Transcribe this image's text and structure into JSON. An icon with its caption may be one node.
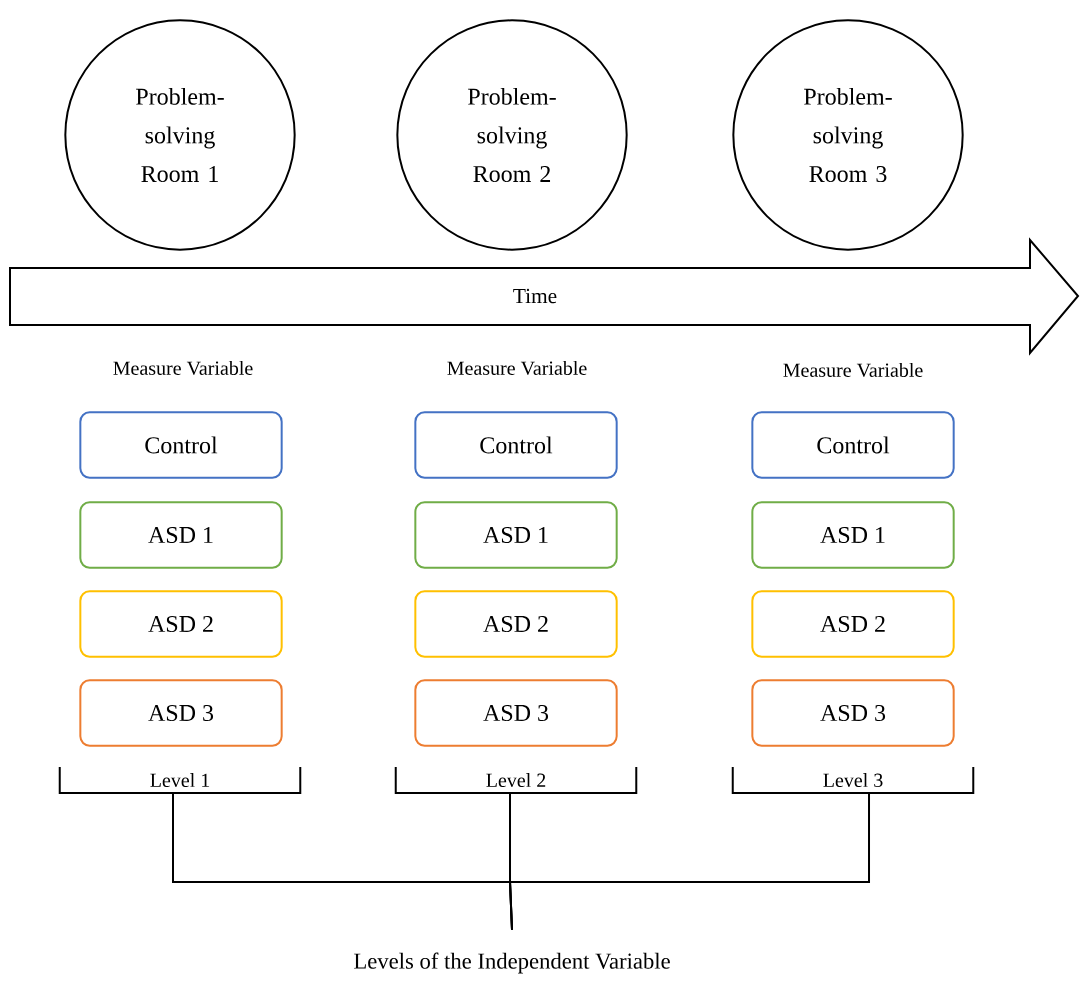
{
  "diagram": {
    "nodes": [
      {
        "text": [
          "Problem-solving Room 1"
        ]
      },
      {
        "text": [
          "Problem-solving Room 2"
        ]
      },
      {
        "text": [
          "Problem-solving Room 3"
        ]
      },
      {
        "text": [
          "Time"
        ]
      },
      {
        "text": [
          "Control"
        ]
      },
      {
        "text": [
          "ASD 1"
        ]
      },
      {
        "text": [
          "ASD 2"
        ]
      },
      {
        "text": [
          "ASD 3"
        ]
      },
      {
        "text": [
          "Control"
        ]
      },
      {
        "text": [
          "ASD 1"
        ]
      },
      {
        "text": [
          "ASD 2"
        ]
      },
      {
        "text": [
          "ASD 3"
        ]
      },
      {
        "text": [
          "Control"
        ]
      },
      {
        "text": [
          "ASD 1"
        ]
      },
      {
        "text": [
          "ASD 2"
        ]
      },
      {
        "text": [
          "ASD 3"
        ]
      },
      {
        "text": [
          "Level 1"
        ]
      },
      {
        "text": [
          "Level 2"
        ]
      },
      {
        "text": [
          "Level 3"
        ]
      },
      {
        "text": [
          "Levels of the Independent Variable"
        ]
      }
    ],
    "edges": [
      {
        "from": 16,
        "to": 19,
        "arrow": "none"
      },
      {
        "from": 17,
        "to": 19,
        "arrow": "none"
      },
      {
        "from": 18,
        "to": 19,
        "arrow": "none"
      }
    ],
    "labels": [
      "Measure Variable",
      "Measure Variable",
      "Measure Variable"
    ]
  }
}
